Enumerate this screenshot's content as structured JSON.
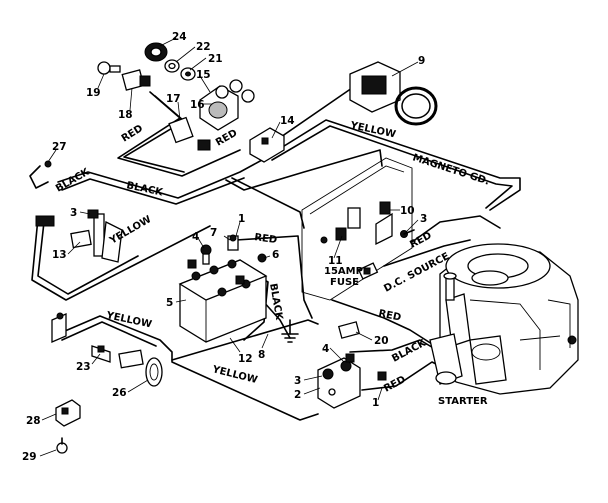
{
  "wire_labels": {
    "red_top": "RED",
    "red_mid": "RED",
    "red_battery": "RED",
    "red_right": "RED",
    "red_lower": "RED",
    "red_bottom": "RED",
    "black_left": "BLACK",
    "black_top": "BLACK",
    "black_battery": "BLACK",
    "black_bottom": "BLACK",
    "yellow_top": "YELLOW",
    "yellow_left": "YELLOW",
    "yellow_lower_left": "YELLOW",
    "yellow_bottom": "YELLOW",
    "magneto": "MAGNETO GD.",
    "dc_source": "D.C. SOURCE"
  },
  "component_labels": {
    "fuse_line1": "15AMP",
    "fuse_line2": "FUSE",
    "starter": "STARTER"
  },
  "callouts": {
    "n24": "24",
    "n22": "22",
    "n21": "21",
    "n15": "15",
    "n16": "16",
    "n17": "17",
    "n18": "18",
    "n19": "19",
    "n14": "14",
    "n9": "9",
    "n27": "27",
    "n3a": "3",
    "n13": "13",
    "n1a": "1",
    "n7": "7",
    "n4a": "4",
    "n6": "6",
    "n5": "5",
    "n12": "12",
    "n8": "8",
    "n10": "10",
    "n3b": "3",
    "n11": "11",
    "n20": "20",
    "n4b": "4",
    "n3c": "3",
    "n2": "2",
    "n1b": "1",
    "n23": "23",
    "n26": "26",
    "n28": "28",
    "n29": "29"
  }
}
